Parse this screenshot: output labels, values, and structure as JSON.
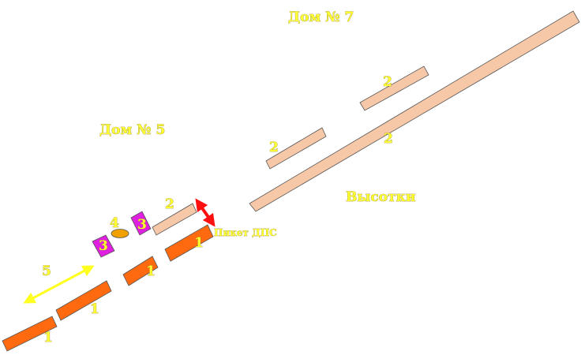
{
  "labels": {
    "house7": "Дом № 7",
    "house5": "Дом № 5",
    "highrises": "Высотки",
    "post_dps": "Пикет ДПС"
  },
  "numbers": {
    "n1": "1",
    "n2": "2",
    "n3": "3",
    "n4": "4",
    "n5": "5"
  },
  "colors": {
    "barrier_orange": "#ff6a10",
    "building_tan": "#f7c8a8",
    "marker_magenta": "#e020e0",
    "marker_ellipse": "#f0a000",
    "arrow_red": "#ff1010",
    "arrow_yellow": "#ffff20",
    "label_yellow": "#ffff33"
  }
}
